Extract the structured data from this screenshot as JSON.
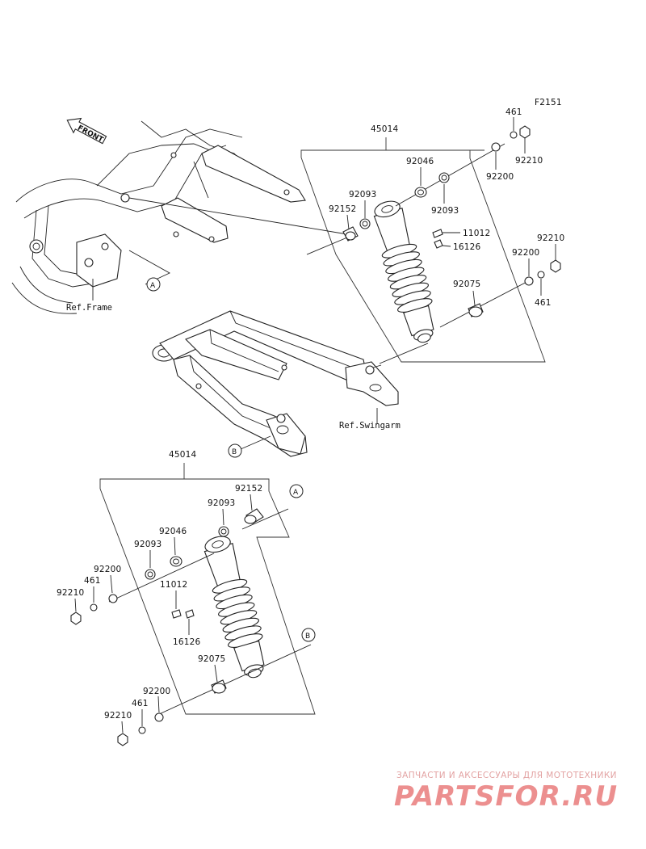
{
  "figure_code": "F2151",
  "front_label": "FRONT",
  "ref_frame": "Ref.Frame",
  "ref_swingarm": "Ref.Swingarm",
  "upper_assembly": {
    "assembly_number": "45014",
    "parts": [
      "461",
      "92210",
      "92200",
      "92046",
      "92093",
      "92093",
      "92152",
      "11012",
      "16126",
      "92210",
      "92200",
      "461",
      "92075"
    ]
  },
  "lower_assembly": {
    "assembly_number": "45014",
    "parts": [
      "92152",
      "92093",
      "92046",
      "92093",
      "92200",
      "461",
      "92210",
      "11012",
      "16126",
      "92075",
      "92200",
      "461",
      "92210"
    ]
  },
  "callouts": [
    "A",
    "B",
    "A",
    "B"
  ],
  "watermark": {
    "tagline": "ЗАПЧАСТИ И АКСЕССУАРЫ ДЛЯ МОТОТЕХНИКИ",
    "brand": "PARTSFOR.RU"
  },
  "colors": {
    "line": "#222222",
    "background": "#ffffff",
    "watermark": "#ec8f8f"
  }
}
